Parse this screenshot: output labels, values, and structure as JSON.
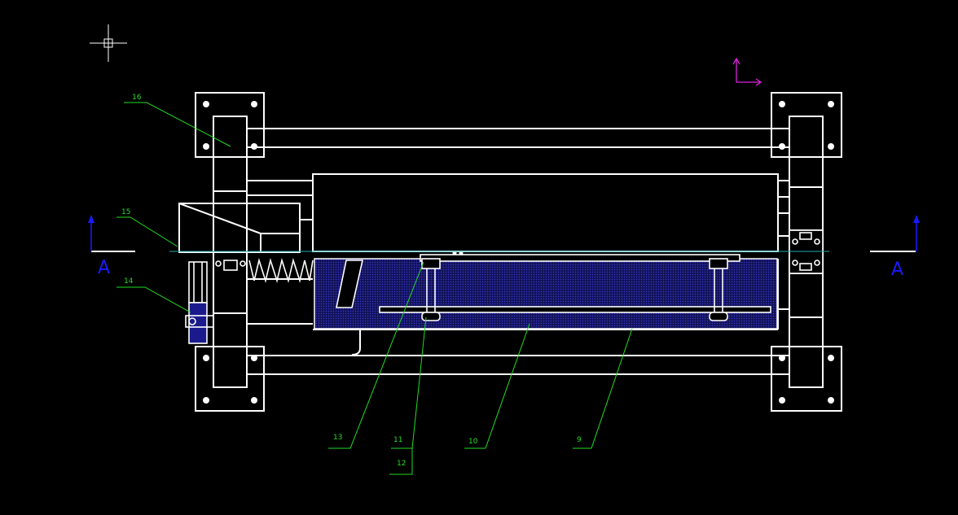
{
  "drawing": {
    "background_color": "#000000",
    "outline_color": "#ffffff",
    "leader_color": "#22dd22",
    "section_color": "#1a1aff",
    "ucs_color": "#dd22dd",
    "hatch_color": "#1a1a8c"
  },
  "section_marks": {
    "left": "A",
    "right": "A"
  },
  "callouts": [
    {
      "id": "16",
      "label": "16"
    },
    {
      "id": "15",
      "label": "15"
    },
    {
      "id": "14",
      "label": "14"
    },
    {
      "id": "13",
      "label": "13"
    },
    {
      "id": "11",
      "label": "11"
    },
    {
      "id": "12",
      "label": "12"
    },
    {
      "id": "10",
      "label": "10"
    },
    {
      "id": "9",
      "label": "9"
    }
  ],
  "icons": {
    "cursor": "crosshair-cursor-icon",
    "ucs": "ucs-axis-icon"
  }
}
